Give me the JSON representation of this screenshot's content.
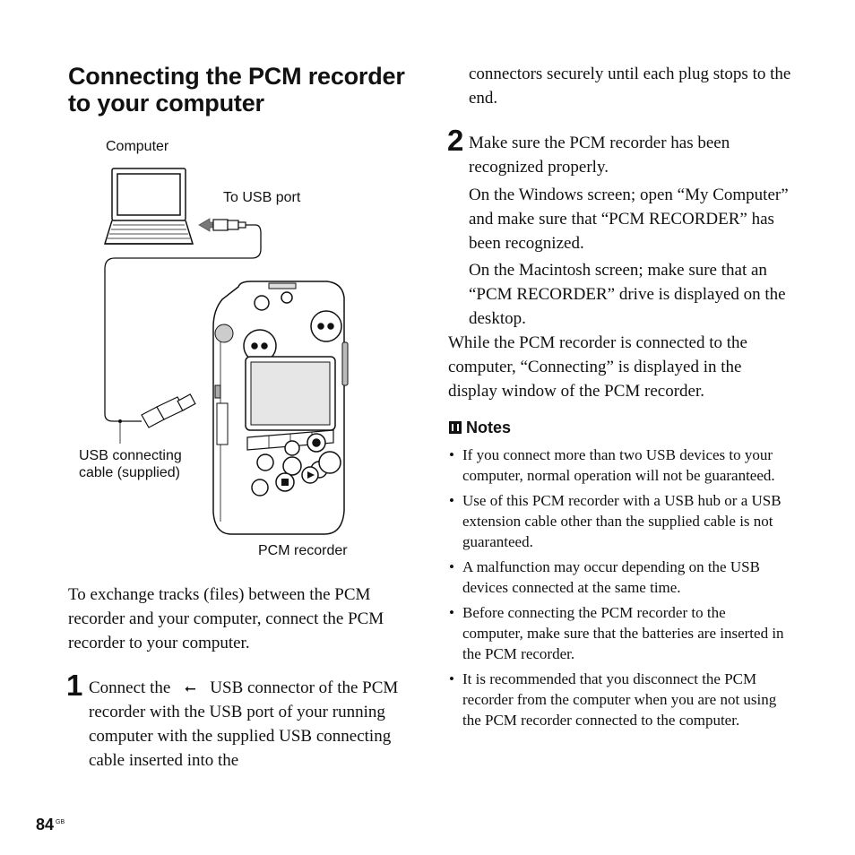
{
  "title": "Connecting the PCM recorder to your computer",
  "diagram": {
    "label_computer": "Computer",
    "label_usb_port": "To USB port",
    "label_cable_line1": "USB connecting",
    "label_cable_line2": "cable (supplied)",
    "label_recorder": "PCM recorder"
  },
  "intro": "To exchange tracks (files) between the PCM recorder and your computer, connect the PCM recorder to your computer.",
  "step1": {
    "number": "1",
    "text_before_icon": "Connect the",
    "icon": "usb-icon",
    "text_after_icon": "USB connector of the PCM recorder with the USB port of your running computer with the  supplied USB connecting cable inserted into the",
    "continued": "connectors securely until each plug stops to the end."
  },
  "step2": {
    "number": "2",
    "text": "Make sure the PCM recorder has been recognized properly.",
    "windows": "On the Windows screen; open “My Computer” and make sure that “PCM RECORDER” has been recognized.",
    "mac": "On the Macintosh screen; make sure that an “PCM RECORDER” drive is displayed on the desktop."
  },
  "while_connected": "While the PCM recorder is connected to the computer, “Connecting” is displayed in the display window of the PCM recorder.",
  "notes": {
    "heading": "Notes",
    "items": [
      "If you connect more than two USB devices to your computer, normal operation will not be guaranteed.",
      "Use of this PCM recorder with a USB hub or a USB extension cable other than the supplied cable is not guaranteed.",
      "A malfunction may occur depending on the USB devices connected at the same time.",
      "Before connecting the PCM recorder to the computer, make sure that the batteries are inserted in the PCM recorder.",
      "It is recommended that you disconnect the PCM recorder from the computer when you are not using the PCM recorder connected to the computer."
    ]
  },
  "page": {
    "number": "84",
    "suffix": "GB"
  }
}
